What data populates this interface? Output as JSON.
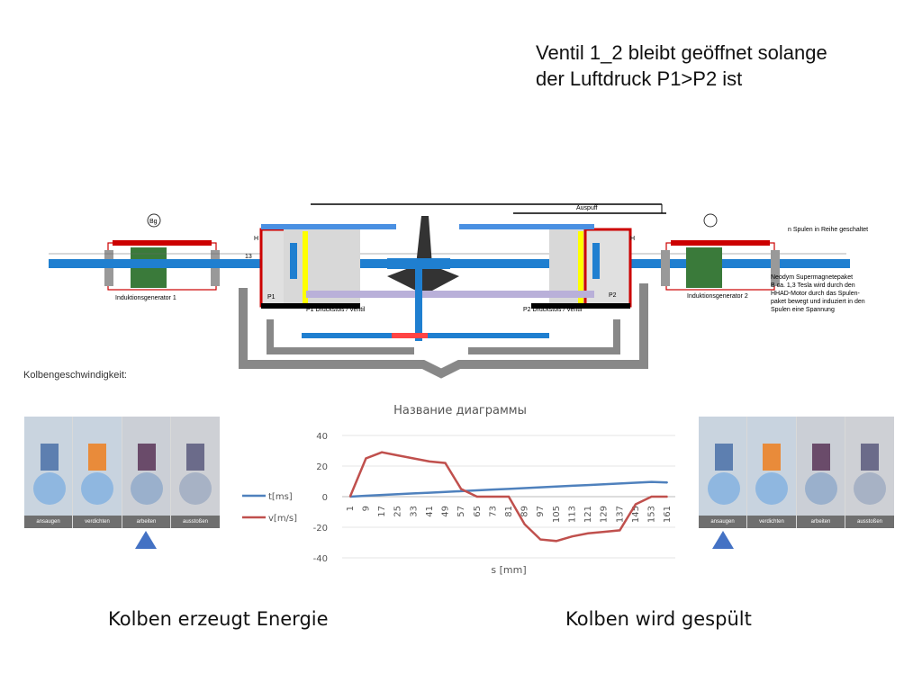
{
  "note": "Ventil 1_2 bleibt geöffnet solange\nder Luftdruck P1>P2 ist",
  "engine_diagram": {
    "auspuff": "Auspuff",
    "gen1": "Induktionsgenerator 1",
    "gen2": "Induktionsgenerator 2",
    "coils": "n Spulen in Reihe geschaltet",
    "magnet_note": "Neodym Supermagnetepaket\nB ca. 1,3 Tesla wird durch den\nHHAD-Motor durch das Spulen-\npaket bewegt und induziert in den\nSpulen eine Spannung",
    "p1": "P1",
    "p2": "P2",
    "h_left": "H",
    "h_right": "H",
    "num": "13",
    "p1_valve": "P1 Druckstoß / Ventil",
    "p2_valve": "P2 Druckstoß / Ventil",
    "gauge": "Bg"
  },
  "speed_label": "Kolbengeschwindigkeit:",
  "strip_labels": [
    "ansaugen",
    "verdichten",
    "arbeiten",
    "ausstoßen"
  ],
  "captions": {
    "left": "Kolben erzeugt Energie",
    "right": "Kolben wird gespült"
  },
  "chart_data": {
    "type": "line",
    "title": "Название диаграммы",
    "xlabel": "s [mm]",
    "ylabel": "",
    "ylim": [
      -40,
      40
    ],
    "yticks": [
      -40,
      -20,
      0,
      20,
      40
    ],
    "x": [
      1,
      9,
      17,
      25,
      33,
      41,
      49,
      57,
      65,
      73,
      81,
      89,
      97,
      105,
      113,
      121,
      129,
      137,
      145,
      153,
      161
    ],
    "series": [
      {
        "name": "t[ms]",
        "color": "#4f81bd",
        "values": [
          0,
          0.6,
          1.1,
          1.6,
          2.1,
          2.6,
          3.1,
          3.6,
          4.1,
          4.6,
          5.1,
          5.6,
          6.1,
          6.6,
          7.1,
          7.6,
          8.1,
          8.6,
          9.1,
          9.6,
          9.3
        ]
      },
      {
        "name": "v[m/s]",
        "color": "#c0504d",
        "values": [
          0,
          25,
          29,
          27,
          25,
          23,
          22,
          5,
          0,
          0,
          0,
          -18,
          -28,
          -29,
          -26,
          -24,
          -23,
          -22,
          -5,
          0,
          0
        ]
      }
    ],
    "legend": "left"
  }
}
